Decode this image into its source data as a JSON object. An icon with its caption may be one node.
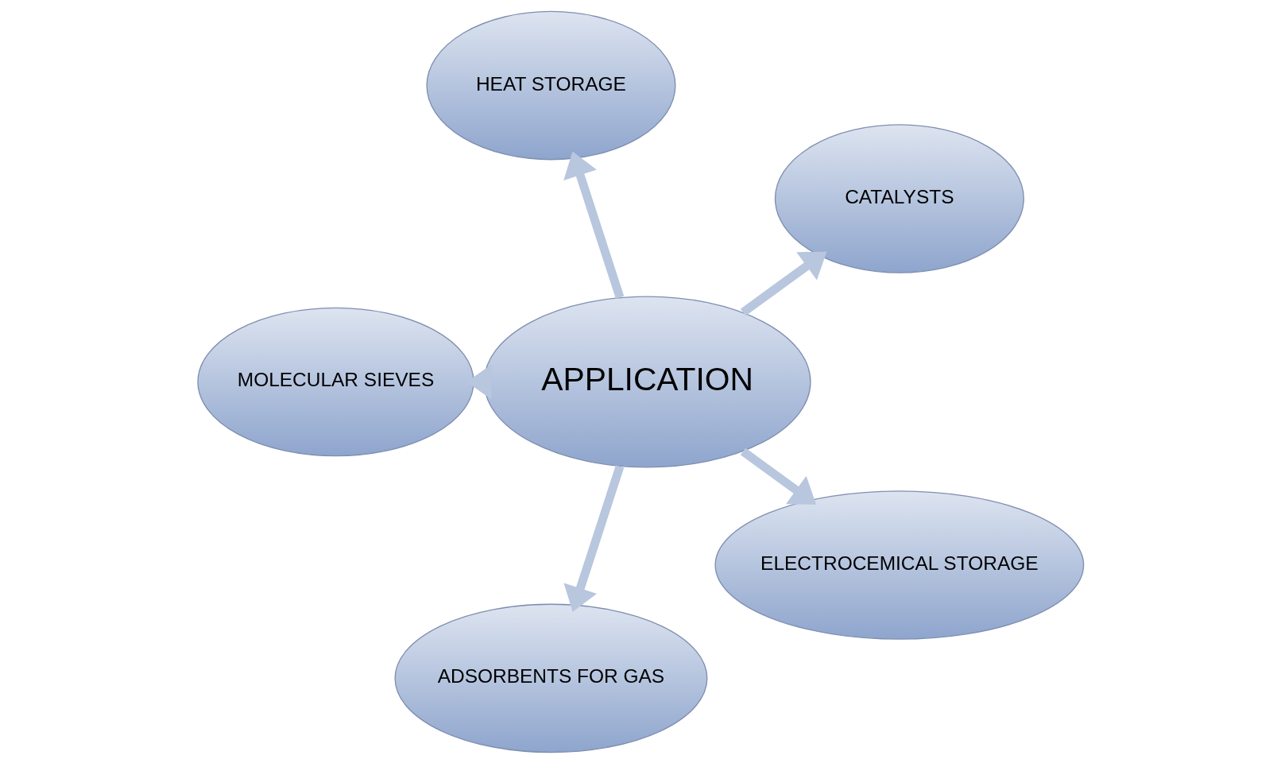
{
  "diagram": {
    "nodes": [
      {
        "text": [
          "CATALYSTS"
        ]
      },
      {
        "text": [
          "HEAT STORAGE"
        ]
      },
      {
        "text": [
          "MOLECULAR SIEVES"
        ]
      },
      {
        "text": [
          "APPLICATION"
        ]
      },
      {
        "text": [
          "ADSORBENTS FOR GAS"
        ]
      },
      {
        "text": [
          "ELECTROCEMICAL STORAGE"
        ]
      }
    ],
    "edges": [
      {
        "from": 3,
        "to": 0,
        "arrow": "to"
      },
      {
        "from": 3,
        "to": 1,
        "arrow": "to"
      },
      {
        "from": 3,
        "to": 2,
        "arrow": "to"
      },
      {
        "from": 3,
        "to": 4,
        "arrow": "to"
      },
      {
        "from": 3,
        "to": 5,
        "arrow": "to"
      }
    ]
  }
}
